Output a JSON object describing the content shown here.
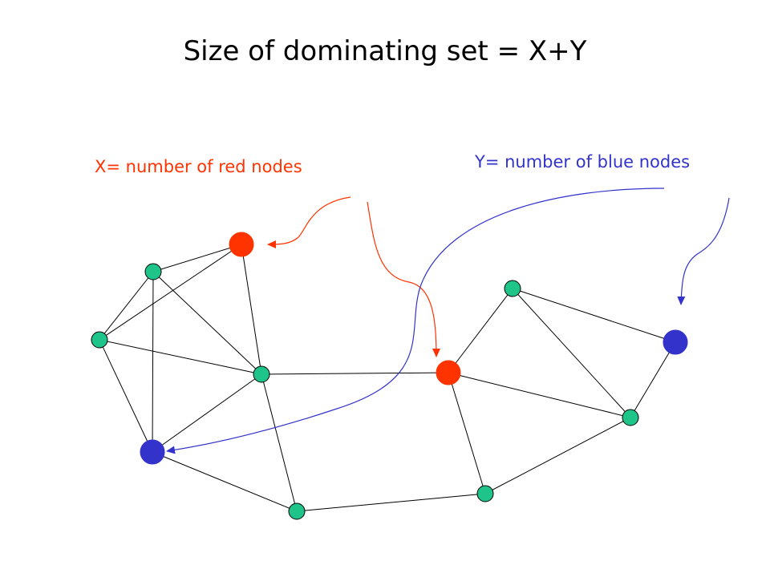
{
  "title": "Size of dominating set = X+Y",
  "labels": {
    "x_text": "X= number of red nodes",
    "y_text": "Y= number of blue nodes"
  },
  "colors": {
    "red": "#ff3300",
    "blue": "#3333cc",
    "green": "#1fc48a",
    "edge": "#000000",
    "red_label": "#ff3300",
    "blue_label": "#3333cc"
  },
  "graph": {
    "nodes": [
      {
        "id": "n-top-red",
        "color": "red"
      },
      {
        "id": "n-upper-left",
        "color": "green"
      },
      {
        "id": "n-left",
        "color": "green"
      },
      {
        "id": "n-center",
        "color": "green"
      },
      {
        "id": "n-lower-left-blue",
        "color": "blue"
      },
      {
        "id": "n-bottom",
        "color": "green"
      },
      {
        "id": "n-center-red",
        "color": "red"
      },
      {
        "id": "n-right-top",
        "color": "green"
      },
      {
        "id": "n-right-blue",
        "color": "blue"
      },
      {
        "id": "n-right-lower",
        "color": "green"
      },
      {
        "id": "n-bottom-right",
        "color": "green"
      }
    ],
    "edges": [
      [
        "n-top-red",
        "n-upper-left"
      ],
      [
        "n-top-red",
        "n-left"
      ],
      [
        "n-top-red",
        "n-center"
      ],
      [
        "n-upper-left",
        "n-left"
      ],
      [
        "n-upper-left",
        "n-center"
      ],
      [
        "n-upper-left",
        "n-lower-left-blue"
      ],
      [
        "n-left",
        "n-center"
      ],
      [
        "n-left",
        "n-lower-left-blue"
      ],
      [
        "n-center",
        "n-lower-left-blue"
      ],
      [
        "n-center",
        "n-bottom"
      ],
      [
        "n-center",
        "n-center-red"
      ],
      [
        "n-lower-left-blue",
        "n-bottom"
      ],
      [
        "n-bottom",
        "n-bottom-right"
      ],
      [
        "n-center-red",
        "n-right-top"
      ],
      [
        "n-center-red",
        "n-right-lower"
      ],
      [
        "n-center-red",
        "n-bottom-right"
      ],
      [
        "n-right-top",
        "n-right-blue"
      ],
      [
        "n-right-top",
        "n-right-lower"
      ],
      [
        "n-right-blue",
        "n-right-lower"
      ],
      [
        "n-right-lower",
        "n-bottom-right"
      ]
    ]
  }
}
